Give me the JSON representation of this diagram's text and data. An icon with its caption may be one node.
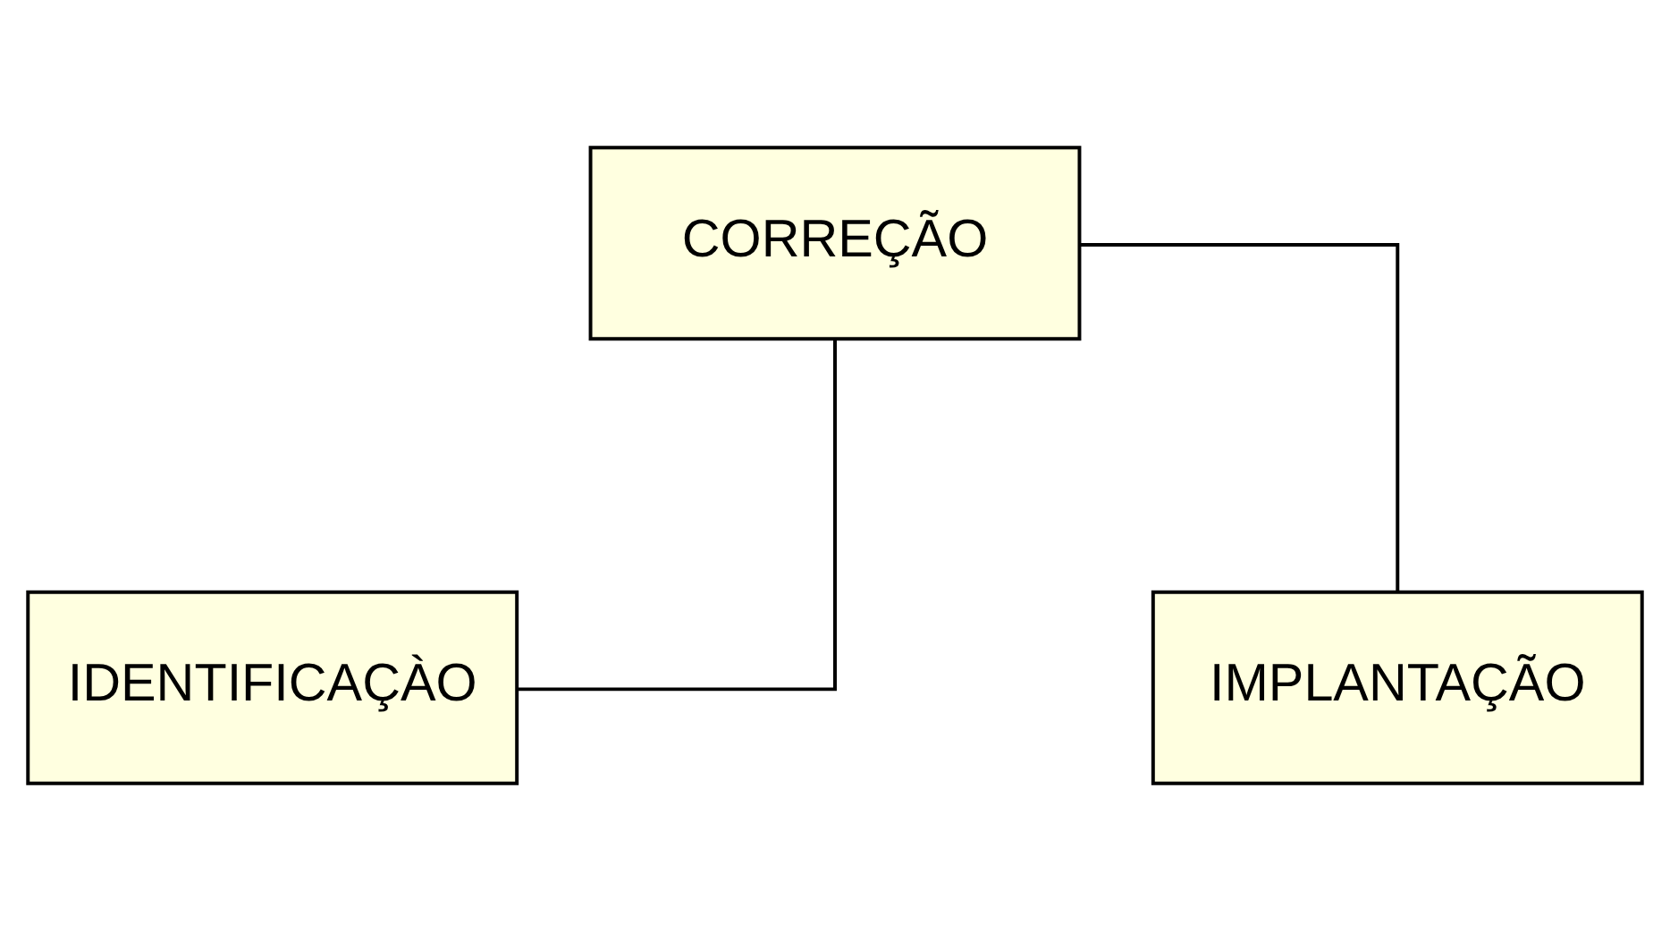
{
  "diagram": {
    "nodes": [
      {
        "text": [
          "CORREÇÃO"
        ]
      },
      {
        "text": [
          "IDENTIFICAÇÀO"
        ]
      },
      {
        "text": [
          "IMPLANTAÇÃO"
        ]
      }
    ],
    "edges": [
      {
        "from": 0,
        "to": 1,
        "arrow": "none"
      },
      {
        "from": 0,
        "to": 2,
        "arrow": "none"
      }
    ]
  }
}
